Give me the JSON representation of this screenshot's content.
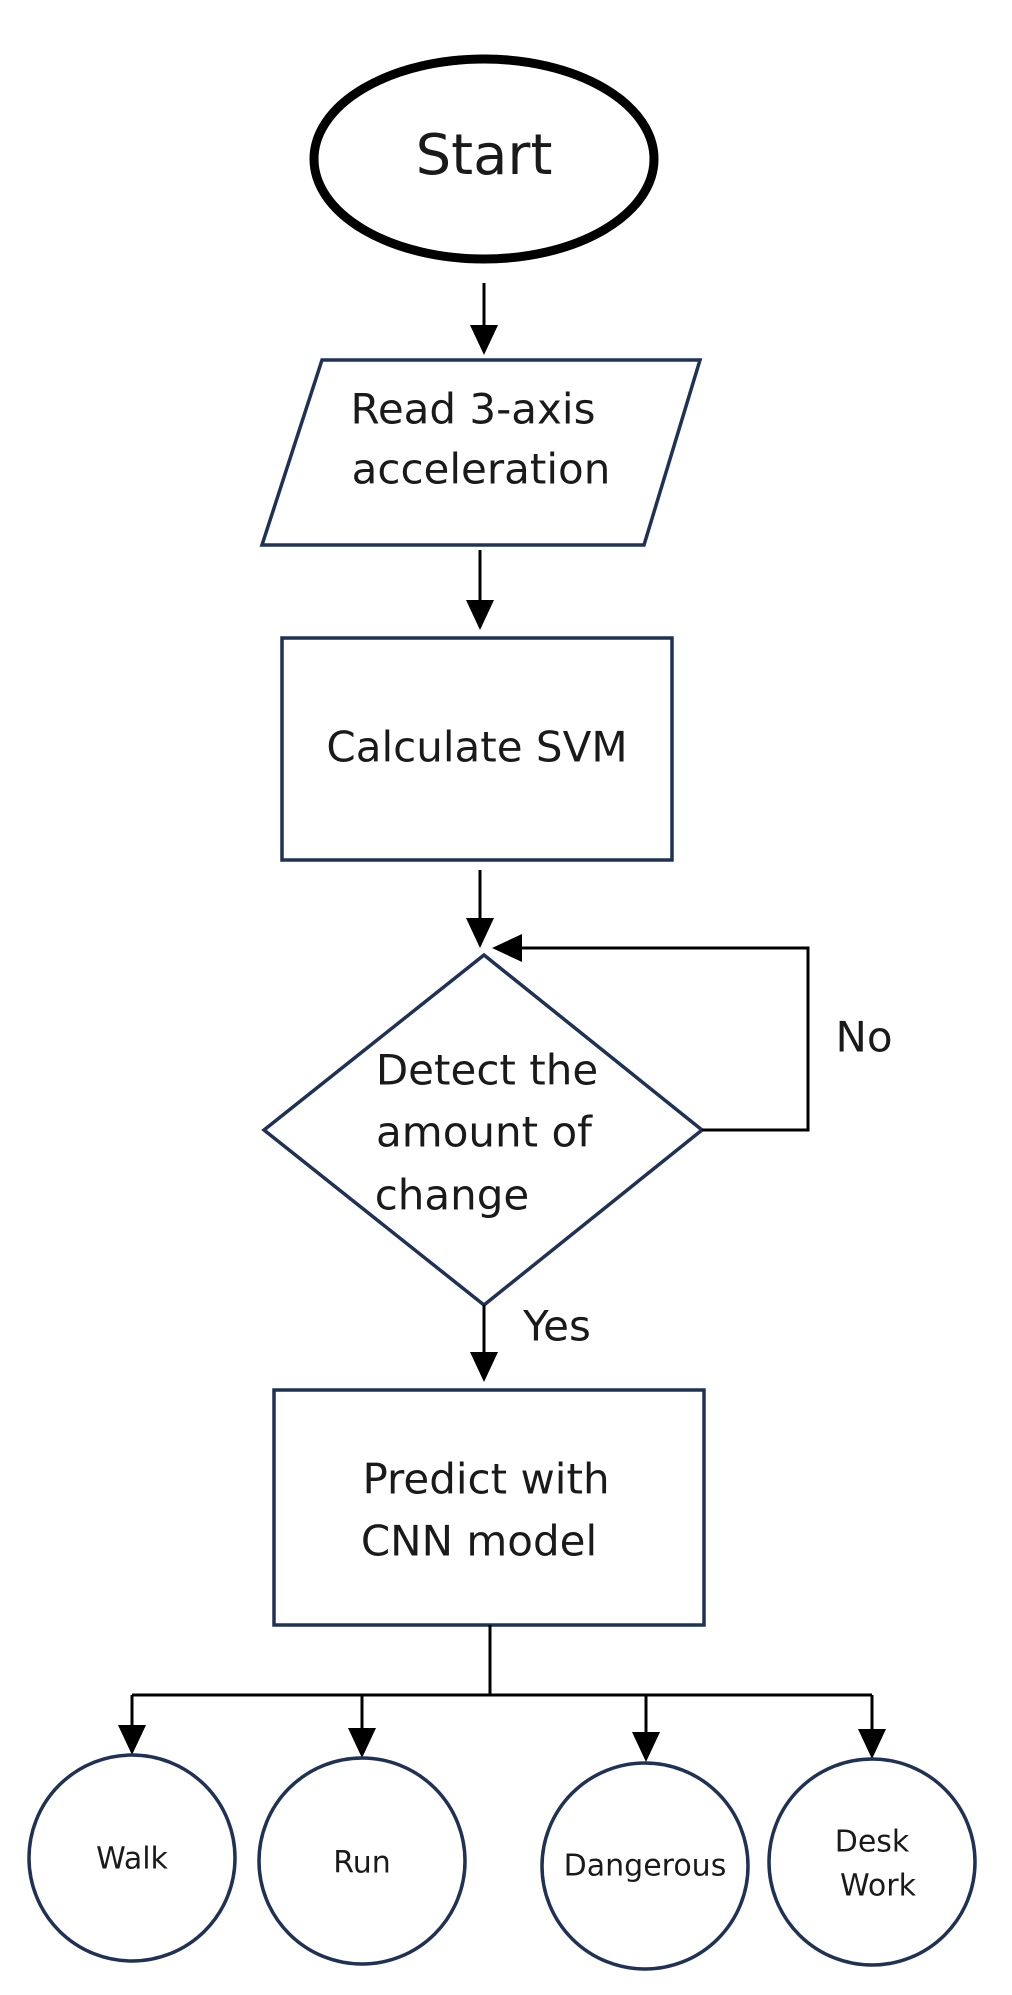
{
  "flowchart": {
    "start": "Start",
    "read": [
      "Read 3-axis",
      "acceleration"
    ],
    "calculate": "Calculate SVM",
    "detect": [
      "Detect the",
      "amount of",
      "change"
    ],
    "no_label": "No",
    "yes_label": "Yes",
    "predict": [
      "Predict with",
      "CNN model"
    ],
    "outputs": [
      [
        "Walk"
      ],
      [
        "Run"
      ],
      [
        "Dangerous"
      ],
      [
        "Desk",
        "Work"
      ]
    ]
  }
}
